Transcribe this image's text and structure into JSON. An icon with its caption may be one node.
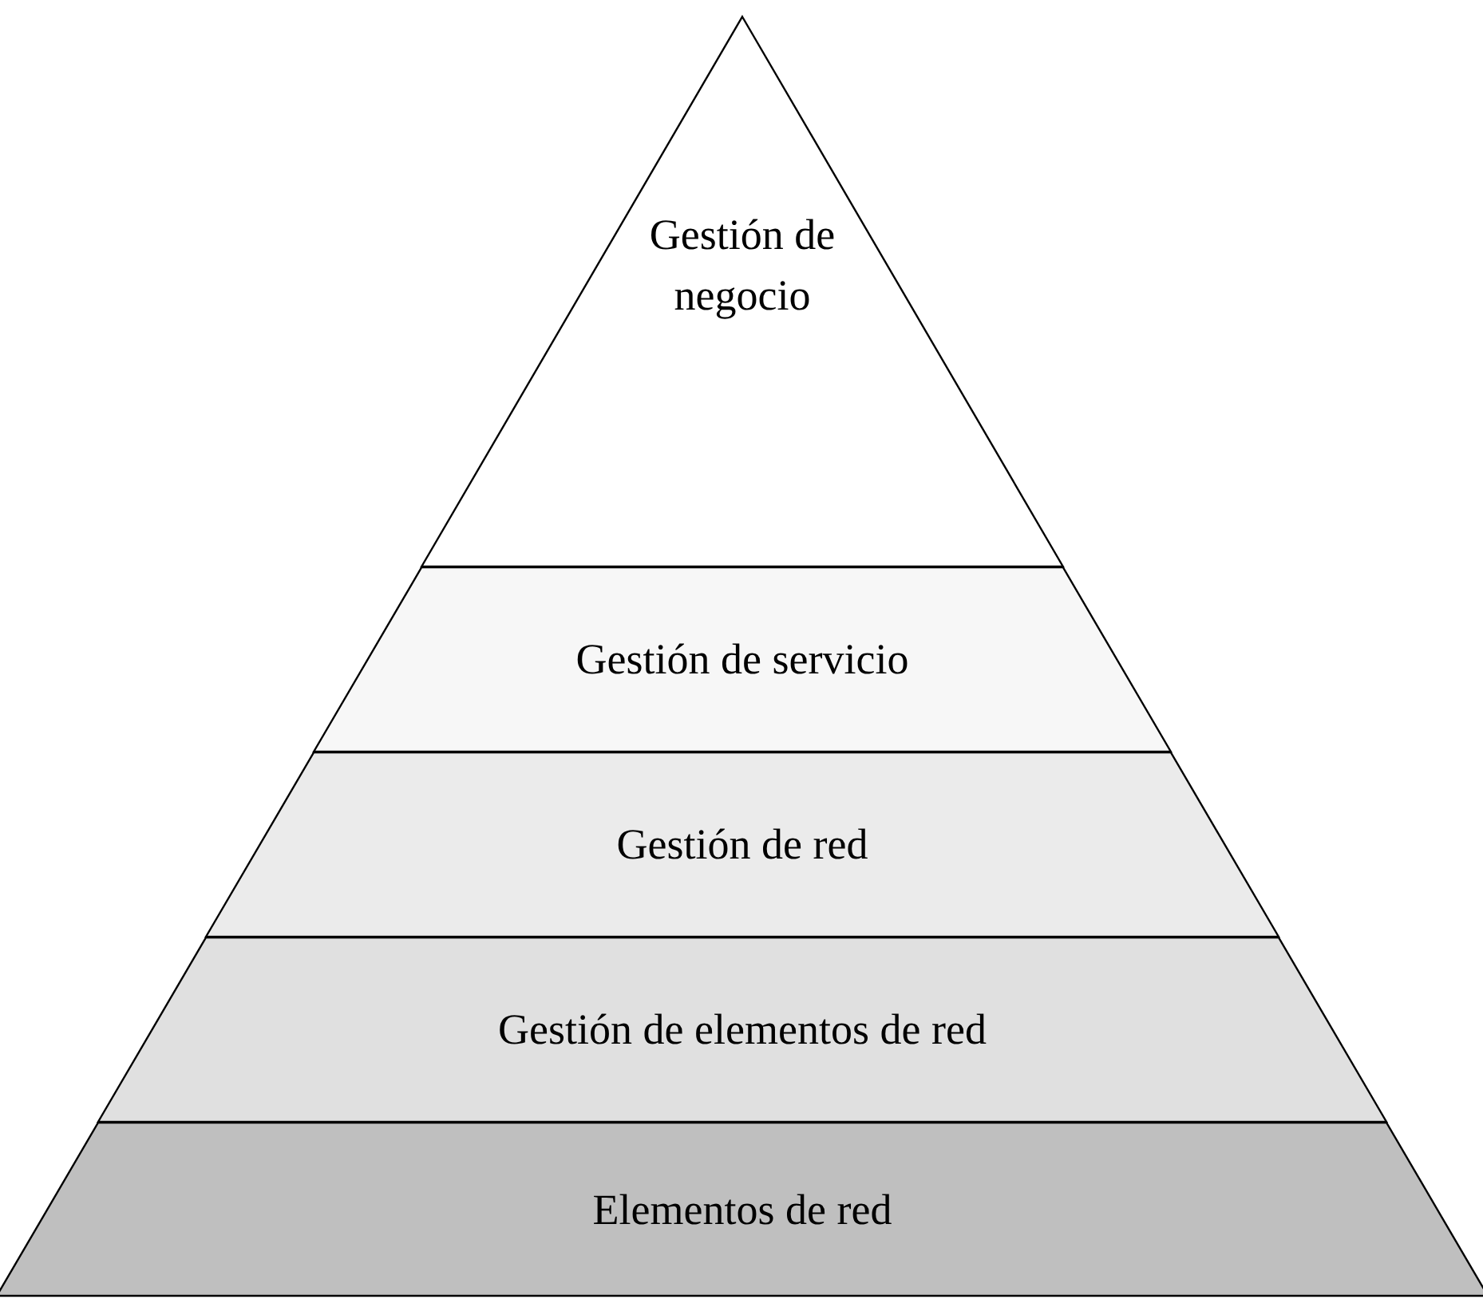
{
  "diagram": {
    "nodes": [
      {
        "text": [
          "Gestión de negocio"
        ]
      },
      {
        "text": [
          "Gestión de servicio"
        ]
      },
      {
        "text": [
          "Gestión de red"
        ]
      },
      {
        "text": [
          "Gestión de elementos de red"
        ]
      },
      {
        "text": [
          "Elementos de red"
        ]
      }
    ]
  }
}
